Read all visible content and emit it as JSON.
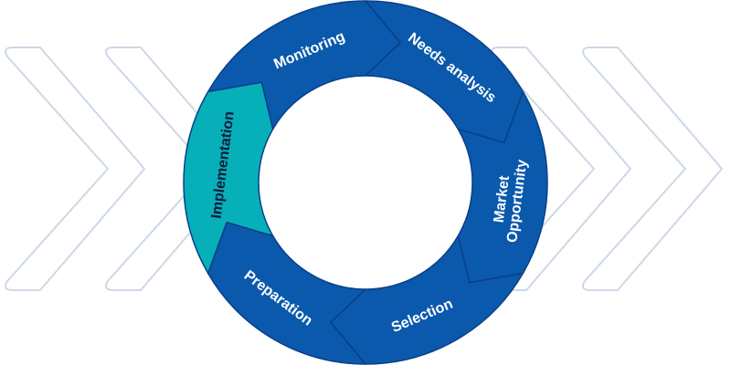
{
  "cycle": {
    "colors": {
      "segment": "#0a59ad",
      "highlight": "#07afb9",
      "label": "#ffffff",
      "highlight_label": "#0b1d3a",
      "decor_chevron": "#cdd8e6"
    },
    "highlighted": "Implementation",
    "steps": [
      {
        "label_lines": [
          "Monitoring"
        ]
      },
      {
        "label_lines": [
          "Needs analysis"
        ]
      },
      {
        "label_lines": [
          "Market",
          "Opportunity"
        ]
      },
      {
        "label_lines": [
          "Selection"
        ]
      },
      {
        "label_lines": [
          "Preparation"
        ]
      },
      {
        "label_lines": [
          "Implementation"
        ]
      }
    ]
  }
}
